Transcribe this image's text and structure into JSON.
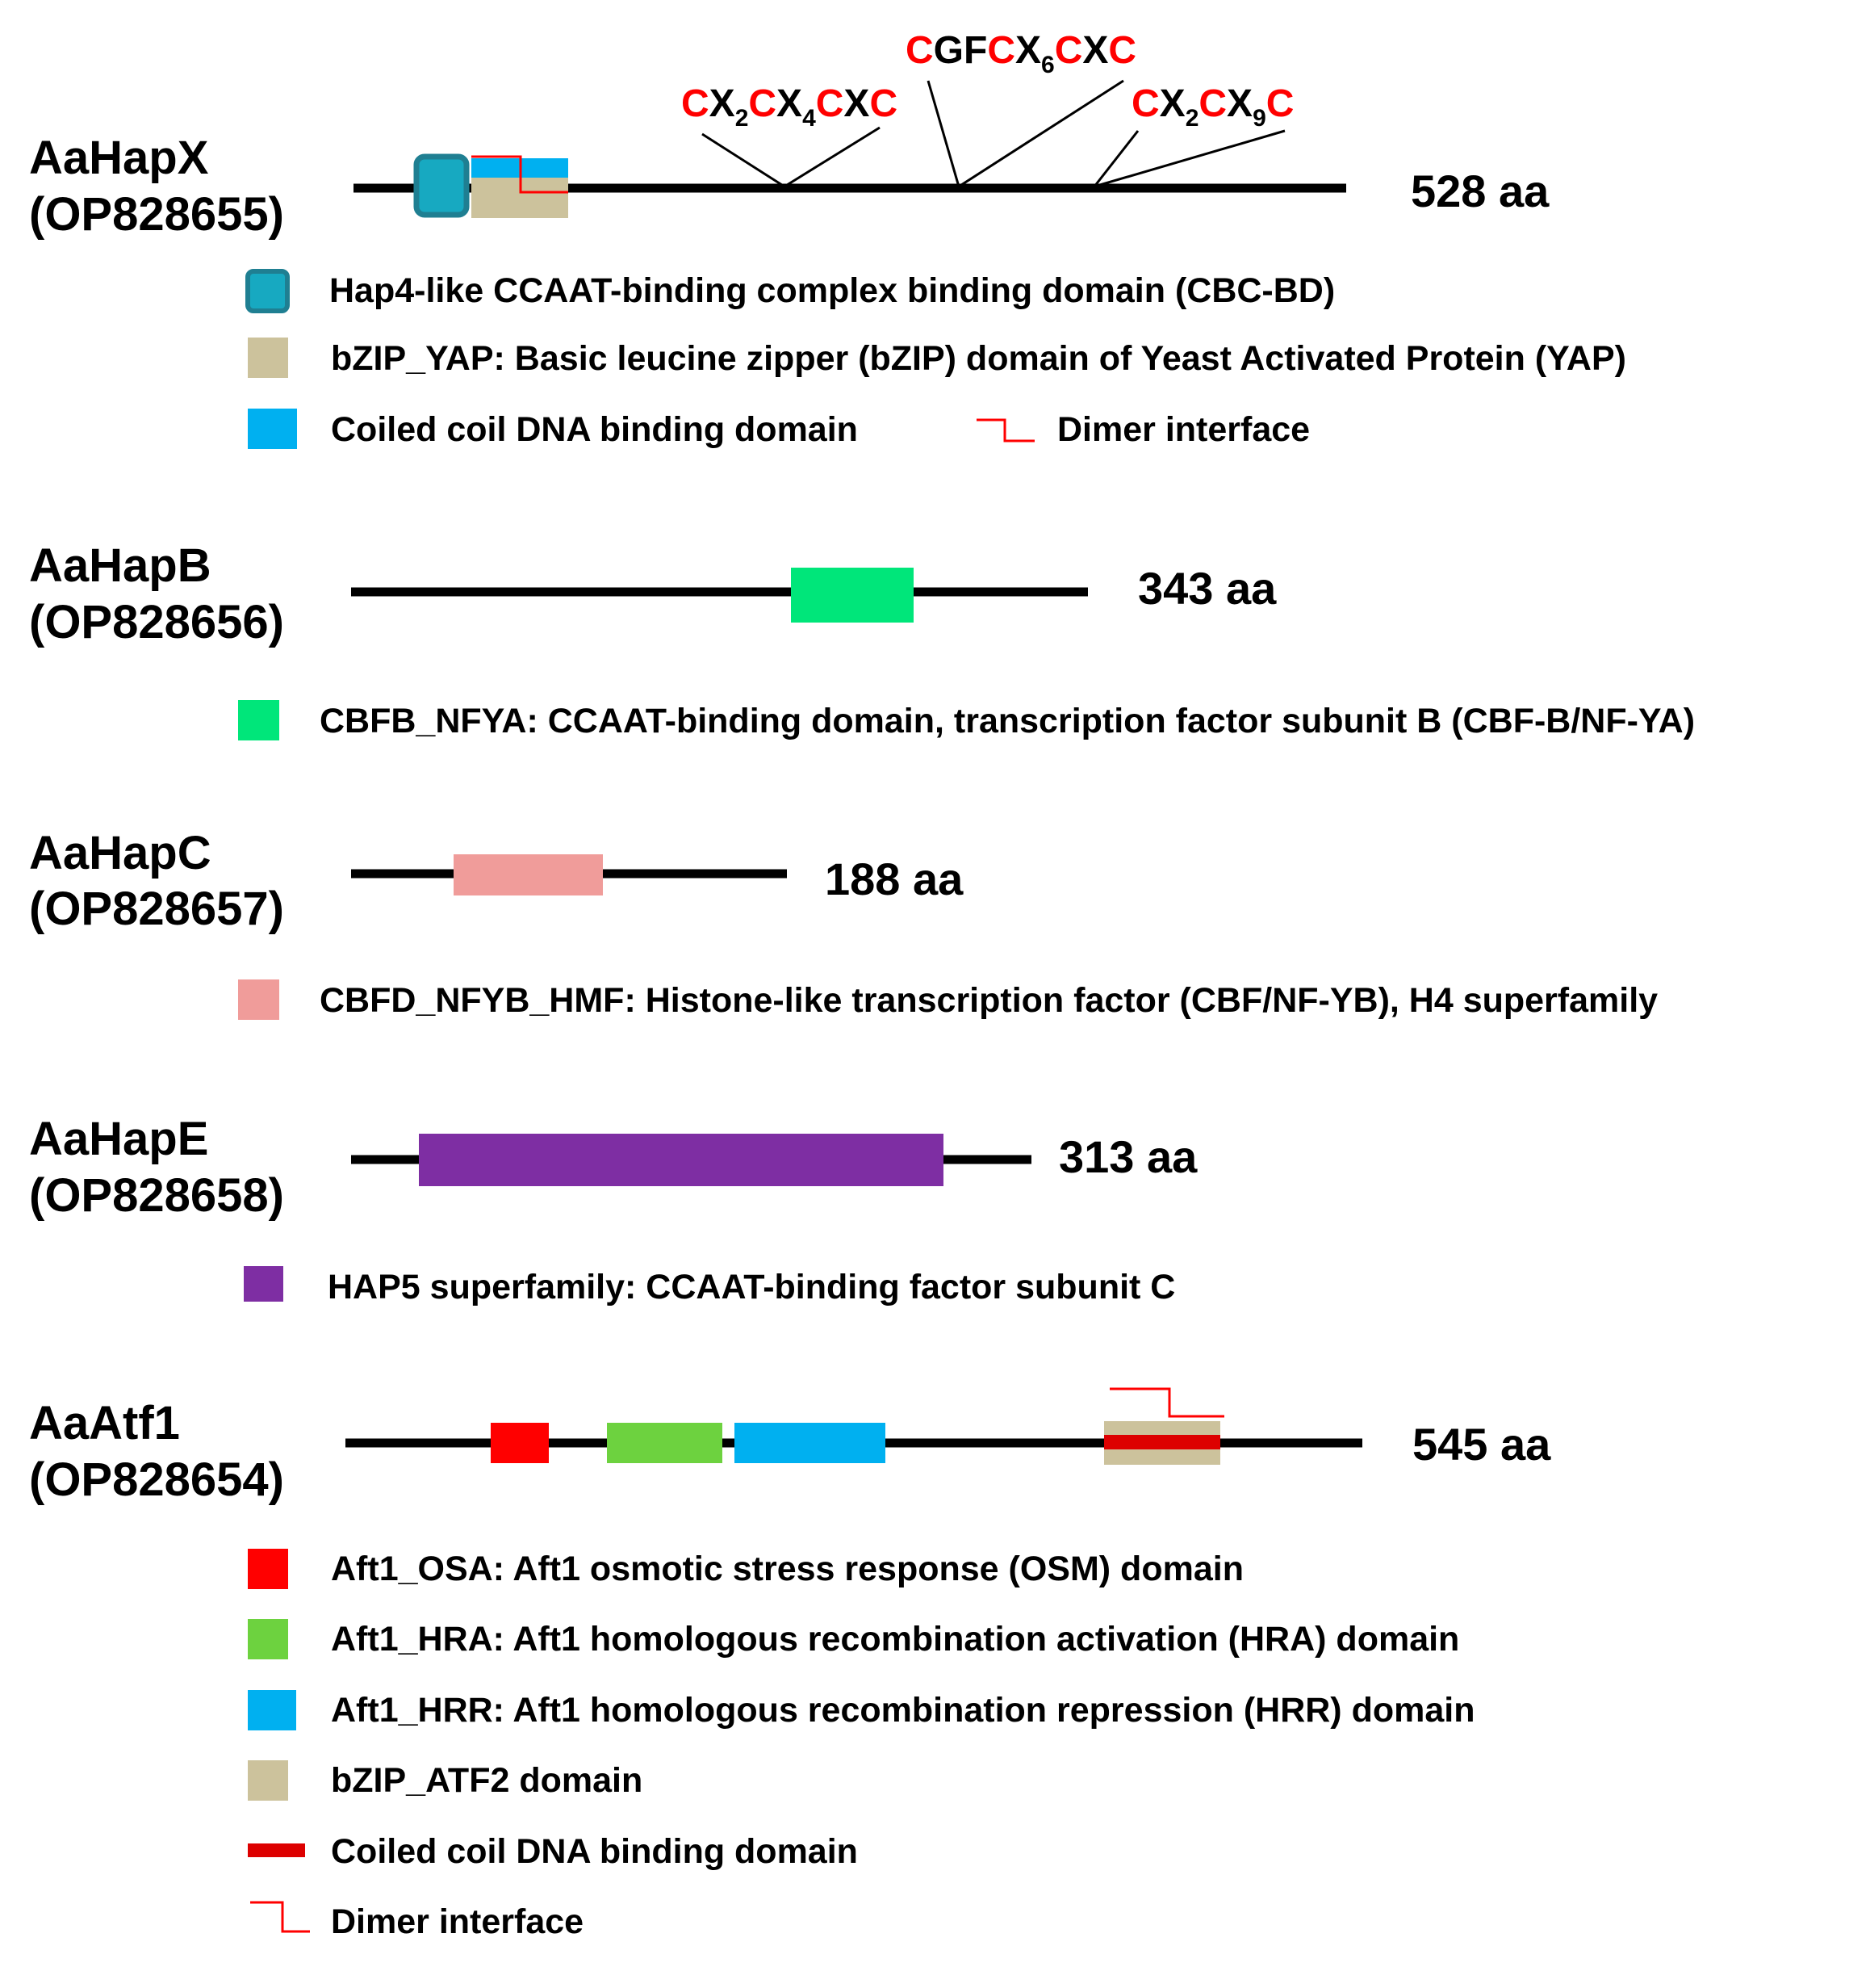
{
  "proteins": {
    "hapx": {
      "name": "AaHapX",
      "accession": "(OP828655)",
      "length": "528 aa",
      "motifs": [
        {
          "id": "m1",
          "parts": [
            [
              "C",
              "r"
            ],
            [
              "X",
              "k"
            ],
            [
              "2",
              "ks"
            ],
            [
              "C",
              "r"
            ],
            [
              "X",
              "k"
            ],
            [
              "4",
              "ks"
            ],
            [
              "C",
              "r"
            ],
            [
              "X",
              "k"
            ],
            [
              "C",
              "r"
            ]
          ]
        },
        {
          "id": "m2",
          "parts": [
            [
              "C",
              "r"
            ],
            [
              "GF",
              "k"
            ],
            [
              "C",
              "r"
            ],
            [
              "X",
              "k"
            ],
            [
              "6",
              "ks"
            ],
            [
              "C",
              "r"
            ],
            [
              "X",
              "k"
            ],
            [
              "C",
              "r"
            ]
          ]
        },
        {
          "id": "m3",
          "parts": [
            [
              "C",
              "r"
            ],
            [
              "X",
              "k"
            ],
            [
              "2",
              "ks"
            ],
            [
              "C",
              "r"
            ],
            [
              "X",
              "k"
            ],
            [
              "9",
              "ks"
            ],
            [
              "C",
              "r"
            ]
          ]
        }
      ],
      "legend": {
        "cbc": "Hap4-like CCAAT-binding complex binding domain (CBC-BD)",
        "bzip": "bZIP_YAP: Basic leucine zipper (bZIP) domain of Yeast Activated Protein (YAP)",
        "coil": "Coiled coil DNA binding domain",
        "dimer": "Dimer interface"
      }
    },
    "hapb": {
      "name": "AaHapB",
      "accession": "(OP828656)",
      "length": "343 aa",
      "legend": {
        "cbfb": "CBFB_NFYA: CCAAT-binding domain, transcription factor subunit B (CBF-B/NF-YA)"
      }
    },
    "hapc": {
      "name": "AaHapC",
      "accession": "(OP828657)",
      "length": "188 aa",
      "legend": {
        "cbfd": "CBFD_NFYB_HMF: Histone-like transcription factor (CBF/NF-YB), H4 superfamily"
      }
    },
    "hape": {
      "name": "AaHapE",
      "accession": "(OP828658)",
      "length": "313 aa",
      "legend": {
        "hap5": "HAP5 superfamily: CCAAT-binding factor subunit C"
      }
    },
    "atf1": {
      "name": "AaAtf1",
      "accession": "(OP828654)",
      "length": "545 aa",
      "legend": {
        "osa": "Aft1_OSA: Aft1 osmotic stress response (OSM) domain",
        "hra": "Aft1_HRA: Aft1 homologous recombination activation (HRA) domain",
        "hrr": "Aft1_HRR: Aft1 homologous recombination repression (HRR) domain",
        "bzip": "bZIP_ATF2 domain",
        "coil": "Coiled coil DNA binding domain",
        "dimer": "Dimer interface"
      }
    }
  },
  "colors": {
    "cbc": "#17a9c1",
    "cbc_border": "#1f7f92",
    "bzip": "#ccc29c",
    "coil_blue": "#00b0f0",
    "cbfb": "#00e67a",
    "cbfd": "#f09c9a",
    "hap5": "#7e2ea3",
    "osa": "#ff0000",
    "hra": "#6dd23f",
    "hrr": "#00b0f0",
    "coil_red": "#dd0000",
    "dimer": "#ff0000",
    "motif_c": "#ff0000"
  }
}
